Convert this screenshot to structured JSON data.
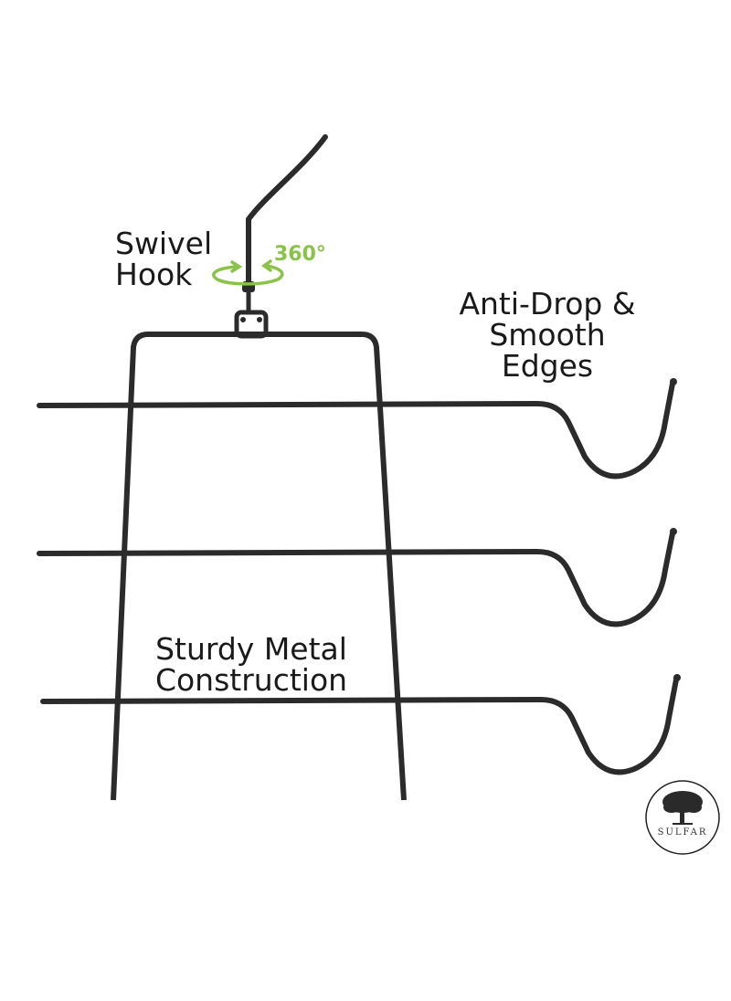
{
  "labels": {
    "swivel_line1": "Swivel",
    "swivel_line2": "Hook",
    "rotation": "360°",
    "antidrop_line1": "Anti-Drop &",
    "antidrop_line2": "Smooth Edges",
    "sturdy_line1": "Sturdy Metal",
    "sturdy_line2": "Construction"
  },
  "brand": {
    "name": "SULFAR"
  },
  "colors": {
    "metal": "#2b2b2b",
    "accent": "#8bc34a",
    "text": "#1a1a1a"
  }
}
